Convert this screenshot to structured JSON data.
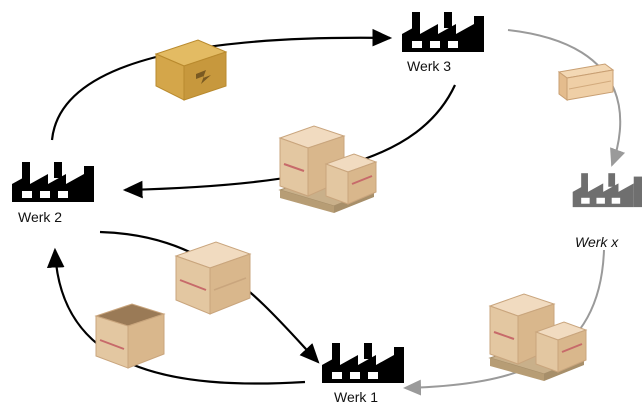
{
  "plants": [
    {
      "id": "werk-3",
      "label": "Werk 3",
      "color": "#000000",
      "italic": false
    },
    {
      "id": "werk-2",
      "label": "Werk 2",
      "color": "#000000",
      "italic": false
    },
    {
      "id": "werk-1",
      "label": "Werk 1",
      "color": "#000000",
      "italic": false
    },
    {
      "id": "werk-x",
      "label": "Werk x",
      "color": "#6f6f6f",
      "italic": true
    }
  ],
  "colors": {
    "main_arrow": "#000000",
    "secondary_arrow": "#9a9a9a",
    "carton": "#d4a64a",
    "crate": "#e3c7a1",
    "pallet": "#c9b08a",
    "stripe": "#c76a6a"
  },
  "icons": {
    "factory": "factory-icon",
    "carton": "carton-box-icon",
    "crate": "wooden-crate-icon",
    "open_crate": "open-crate-icon",
    "pallet": "pallet-crates-icon",
    "tray": "tray-box-icon"
  }
}
